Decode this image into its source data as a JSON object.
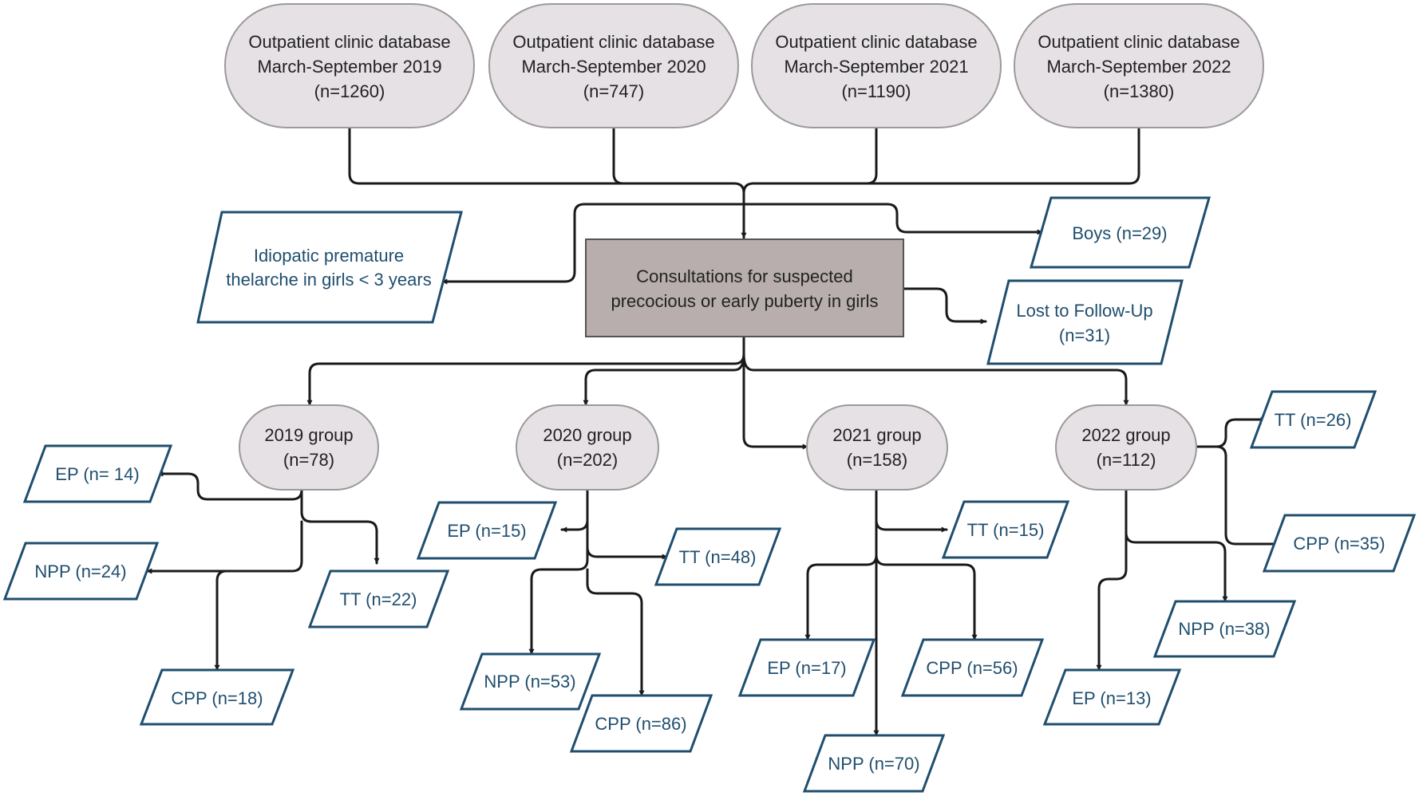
{
  "databases": [
    {
      "line1": "Outpatient clinic database",
      "line2": "March-September 2019",
      "line3": "(n=1260)"
    },
    {
      "line1": "Outpatient clinic database",
      "line2": "March-September 2020",
      "line3": "(n=747)"
    },
    {
      "line1": "Outpatient clinic database",
      "line2": "March-September 2021",
      "line3": "(n=1190)"
    },
    {
      "line1": "Outpatient clinic database",
      "line2": "March-September 2022",
      "line3": "(n=1380)"
    }
  ],
  "center": {
    "line1": "Consultations for suspected",
    "line2": "precocious or early puberty in girls"
  },
  "excluded": {
    "idiopathic": {
      "line1": "Idiopatic premature",
      "line2": "thelarche in girls < 3 years"
    },
    "boys": "Boys (n=29)",
    "lost": {
      "line1": "Lost to Follow-Up",
      "line2": "(n=31)"
    }
  },
  "groups": [
    {
      "label": "2019 group",
      "n": "(n=78)",
      "EP": "EP (n= 14)",
      "NPP": "NPP (n=24)",
      "TT": "TT (n=22)",
      "CPP": "CPP (n=18)"
    },
    {
      "label": "2020 group",
      "n": "(n=202)",
      "EP": "EP (n=15)",
      "TT": "TT (n=48)",
      "NPP": "NPP (n=53)",
      "CPP": "CPP (n=86)"
    },
    {
      "label": "2021 group",
      "n": "(n=158)",
      "TT": "TT (n=15)",
      "EP": "EP (n=17)",
      "CPP": "CPP (n=56)",
      "NPP": "NPP (n=70)"
    },
    {
      "label": "2022 group",
      "n": "(n=112)",
      "TT": "TT (n=26)",
      "CPP": "CPP (n=35)",
      "NPP": "NPP (n=38)",
      "EP": "EP (n=13)"
    }
  ],
  "colors": {
    "ellipse_fill": "#e6e1e4",
    "ellipse_stroke": "#9c999b",
    "center_fill": "#b7aead",
    "para_stroke": "#1f4e6e",
    "para_text": "#1f4e6e",
    "line": "#1a1a1a"
  }
}
